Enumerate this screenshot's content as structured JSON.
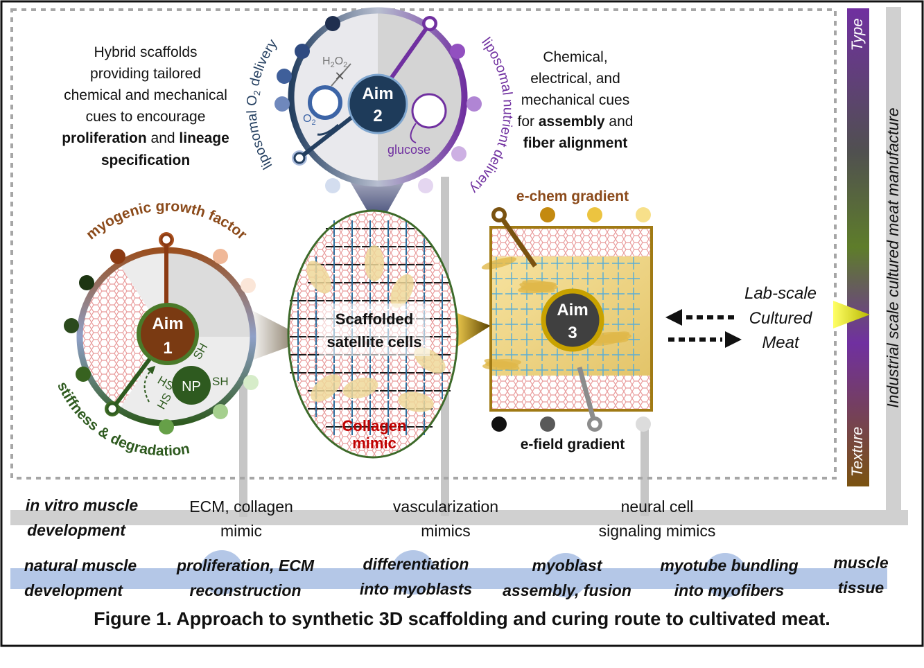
{
  "aim_label": "Aim",
  "aim1": {
    "number": "1",
    "description": {
      "line1": "Hybrid scaffolds",
      "line2": "providing tailored",
      "line3": "chemical and mechanical",
      "line4": "cues to encourage",
      "line5_bold_a": "proliferation",
      "line5_mid": " and ",
      "line5_bold_b": "lineage",
      "line6_bold": "specification"
    },
    "arc_top": "myogenic growth factor",
    "arc_bottom": "stiffness & degradation",
    "nanoparticle": "NP",
    "thiol": "SH",
    "thiol_rev": "HS"
  },
  "aim2": {
    "number": "2",
    "arc_left_a": "liposomal O",
    "arc_left_sub": "2",
    "arc_left_b": " delivery",
    "arc_right": "liposomal nutrient delivery",
    "h2o2_h": "H",
    "h2o2_sub": "2",
    "h2o2_o": "O",
    "o2": "O",
    "o2_sub": "2",
    "glucose": "glucose"
  },
  "aim3": {
    "number": "3",
    "description": {
      "line1": "Chemical,",
      "line2": "electrical, and",
      "line3": "mechanical cues",
      "line4_pre": "for ",
      "line4_bold": "assembly",
      "line4_post": " and",
      "line5_bold": "fiber alignment"
    },
    "top_label": "e-chem gradient",
    "bottom_label": "e-field gradient"
  },
  "center": {
    "line1": "Scaffolded",
    "line2": "satellite cells",
    "collagen1": "Collagen",
    "collagen2": "mimic"
  },
  "lab_scale": {
    "line1": "Lab-scale",
    "line2": "Cultured",
    "line3": "Meat"
  },
  "industrial": {
    "label": "Industrial scale cultured meat manufacture",
    "type_label": "Type",
    "texture_label": "Texture"
  },
  "in_vitro_row": {
    "heading1": "in vitro muscle",
    "heading2": "development",
    "stages": [
      {
        "line1": "ECM, collagen",
        "line2": "mimic"
      },
      {
        "line1": "vascularization",
        "line2": "mimics"
      },
      {
        "line1": "neural cell",
        "line2": "signaling mimics"
      }
    ]
  },
  "natural_row": {
    "heading1": "natural muscle",
    "heading2": "development",
    "stages": [
      {
        "line1": "proliferation, ECM",
        "line2": "reconstruction"
      },
      {
        "line1": "differentiation",
        "line2": "into myoblasts"
      },
      {
        "line1": "myoblast",
        "line2": "assembly, fusion"
      },
      {
        "line1": "myotube bundling",
        "line2": "into myofibers"
      },
      {
        "line1": "muscle",
        "line2": "tissue"
      }
    ]
  },
  "caption": "Figure 1. Approach to synthetic 3D scaffolding and curing route to cultivated meat.",
  "colors": {
    "brown": "#8b4a1a",
    "dark_green": "#2e5a1f",
    "navy": "#243f60",
    "purple": "#7030a0",
    "gold": "#c8a200",
    "timeline_blue": "#b4c7e7",
    "rail_gray": "#d0d0d0",
    "dark_red": "#c00000"
  }
}
